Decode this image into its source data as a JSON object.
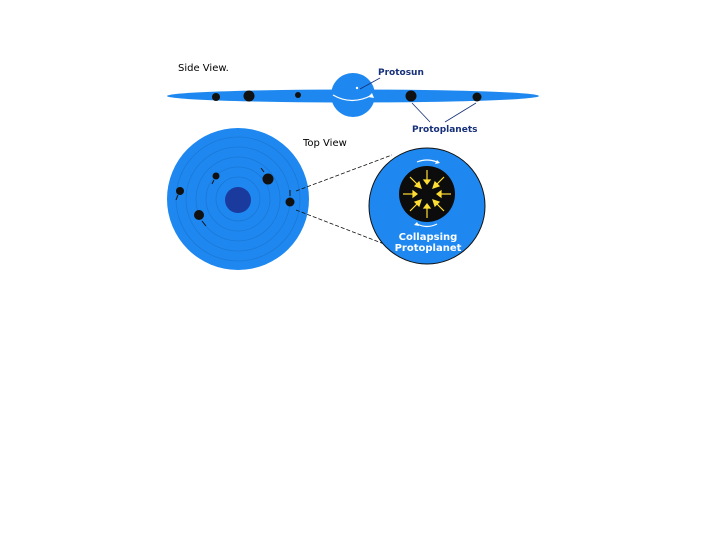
{
  "labels": {
    "side_view": "Side View.",
    "protosun": "Protosun",
    "protoplanets": "Protoplanets",
    "top_view": "Top View",
    "collapsing_line1": "Collapsing",
    "collapsing_line2": "Protoplanet"
  },
  "colors": {
    "disk": "#1e88f0",
    "disk_ring": "#1a78d8",
    "protosun_core": "#1a3a9e",
    "protoplanet": "#111111",
    "arrow": "#ffdd33",
    "label_blue": "#16307a"
  }
}
